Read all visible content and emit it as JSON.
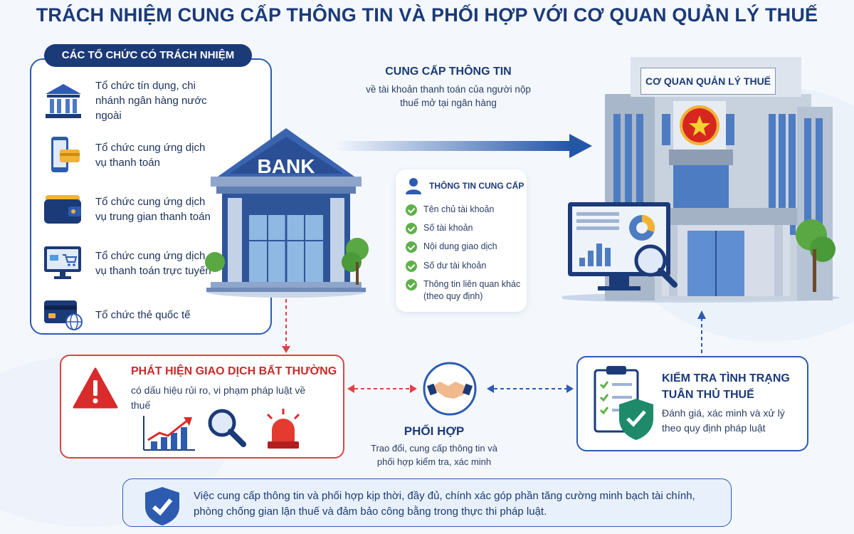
{
  "title": "TRÁCH NHIỆM CUNG CẤP THÔNG TIN VÀ PHỐI HỢP VỚI CƠ QUAN QUẢN LÝ THUẾ",
  "organizations": {
    "header": "CÁC TỔ CHỨC CÓ TRÁCH NHIỆM",
    "items": [
      {
        "label": "Tổ chức tín dụng, chi nhánh ngân hàng nước ngoài",
        "icon": "bank-building-icon"
      },
      {
        "label": "Tổ chức cung ứng dịch vụ thanh toán",
        "icon": "mobile-payment-icon"
      },
      {
        "label": "Tổ chức cung ứng dịch vụ trung gian thanh toán",
        "icon": "wallet-icon"
      },
      {
        "label": "Tổ chức cung ứng dịch vụ thanh toán trực tuyến",
        "icon": "online-shopping-icon"
      },
      {
        "label": "Tổ chức thẻ quốc tế",
        "icon": "international-card-icon"
      }
    ]
  },
  "bank": {
    "sign": "BANK"
  },
  "provide_info": {
    "title": "CUNG CẤP THÔNG TIN",
    "subtitle": "về tài khoản thanh toán của người nộp thuế mở tại ngân hàng"
  },
  "info_provided": {
    "title": "THÔNG TIN CUNG CẤP",
    "items": [
      "Tên chủ tài khoản",
      "Số tài khoản",
      "Nội dung giao dịch",
      "Số dư tài khoản",
      "Thông tin liên quan khác (theo quy định)"
    ]
  },
  "tax_authority": {
    "sign": "CƠ QUAN QUẢN LÝ THUẾ"
  },
  "abnormal": {
    "title": "PHÁT HIỆN GIAO DỊCH BẤT THƯỜNG",
    "subtitle": "có dấu hiệu rủi ro, vi phạm pháp luật về thuế"
  },
  "cooperation": {
    "title": "PHỐI HỢP",
    "subtitle": "Trao đổi, cung cấp thông tin và phối hợp kiểm tra, xác minh"
  },
  "compliance": {
    "title": "KIỂM TRA TÌNH TRẠNG TUÂN THỦ THUẾ",
    "subtitle": "Đánh giá, xác minh và xử lý theo quy định pháp luật"
  },
  "footer": {
    "text": "Việc cung cấp thông tin và phối hợp kịp thời, đầy đủ, chính xác góp phần tăng cường minh bạch tài chính, phòng chống gian lận thuế và đảm bảo công bằng trong thực thi pháp luật."
  },
  "colors": {
    "primary": "#1b3a78",
    "accent": "#2d5bb0",
    "alert": "#d94545",
    "success": "#5fb049"
  }
}
